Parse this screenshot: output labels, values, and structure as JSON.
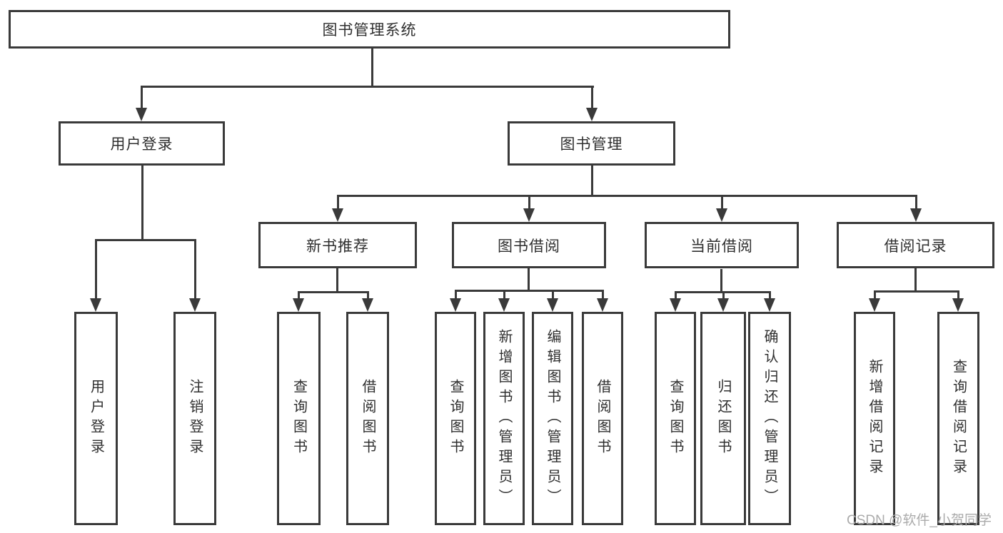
{
  "diagram": {
    "root": "图书管理系统",
    "level2": {
      "user_login": "用户登录",
      "book_management": "图书管理"
    },
    "level3": [
      "新书推荐",
      "图书借阅",
      "当前借阅",
      "借阅记录"
    ],
    "leaves": {
      "user_login": [
        "用户登录",
        "注销登录"
      ],
      "new_book": [
        "查询图书",
        "借阅图书"
      ],
      "book_borrow": [
        "查询图书",
        "新增图书（管理员）",
        "编辑图书（管理员）",
        "借阅图书"
      ],
      "current_borrow": [
        "查询图书",
        "归还图书",
        "确认归还（管理员）"
      ],
      "borrow_records": [
        "新增借阅记录",
        "查询借阅记录"
      ]
    }
  },
  "watermark": "CSDN @软件_小贺同学",
  "colors": {
    "line": "#3a3a3a",
    "text": "#2f2f2f",
    "background": "#ffffff",
    "watermark": "#ababab"
  }
}
